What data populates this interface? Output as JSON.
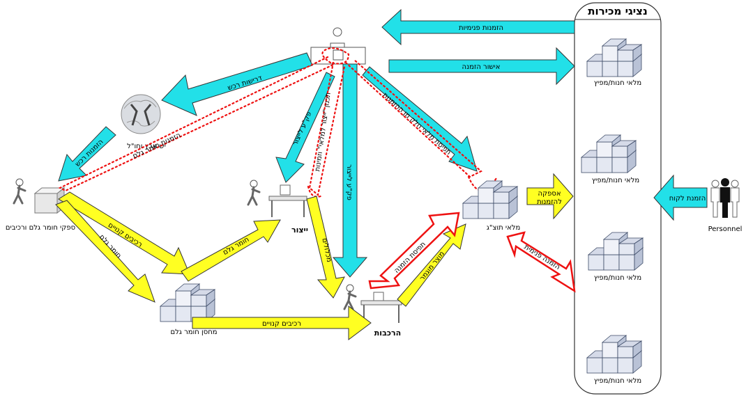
{
  "colors": {
    "cyan_arrow": "#22E0E8",
    "yellow_arrow": "#FFFF22",
    "red_dotted": "#EE1111",
    "red_outline": "#EE1111",
    "box_fill": "#E4E8F2",
    "box_stroke": "#3C4A66"
  },
  "panel": {
    "title": "נציגי מכירות",
    "stores": [
      "מלאי חנות/מפיץ",
      "מלאי חנות/מפיץ",
      "מלאי חנות/מפיץ",
      "מלאי חנות/מפיץ"
    ]
  },
  "customer": {
    "label": "Personnel"
  },
  "nodes": {
    "suppliers": "ספקי חומר גלם ורכיבים",
    "raw_warehouse": "מחסן חומר גלם",
    "production": "ייצור",
    "assembly": "הרכבות",
    "finished_goods": "מלאי תוצ\"ג",
    "global_supply": "יש ארץ וחו\"ל"
  },
  "arrows": {
    "internal_orders": "הזמנות פנימיות",
    "order_confirm": "אישור הזמנה",
    "purchase_request": "דרישות רכש",
    "purchase_order": "הזמנות רכש",
    "work_order_production": "פק\"ע לייצור",
    "work_order_assembly": "פק\"ע לייצור",
    "customer_order": "הזמנת לקוח",
    "supply_to_orders_line1": "אספקה",
    "supply_to_orders_line2": "להזמנות",
    "purchased_parts_1": "רכיבים קנויים",
    "raw_material_1": "חומר גלם",
    "raw_material_2": "חומר גלם",
    "purchased_parts_2": "רכיבים קנויים",
    "sub_assemblies": "מכלולים",
    "finished_product": "מוצר מוגמר",
    "order_reservation": "תפיסת הזמנה",
    "internal_order_red": "הזמנה פנימית"
  },
  "dotted_labels": {
    "raw_material_orders": "הזמנות חומר גלם",
    "production_planning": "תכנון \"ייצור למלאי\" וזמינות",
    "finished_goods_reservation": "תפיסת מלאי חלק מן ההזמנות"
  }
}
